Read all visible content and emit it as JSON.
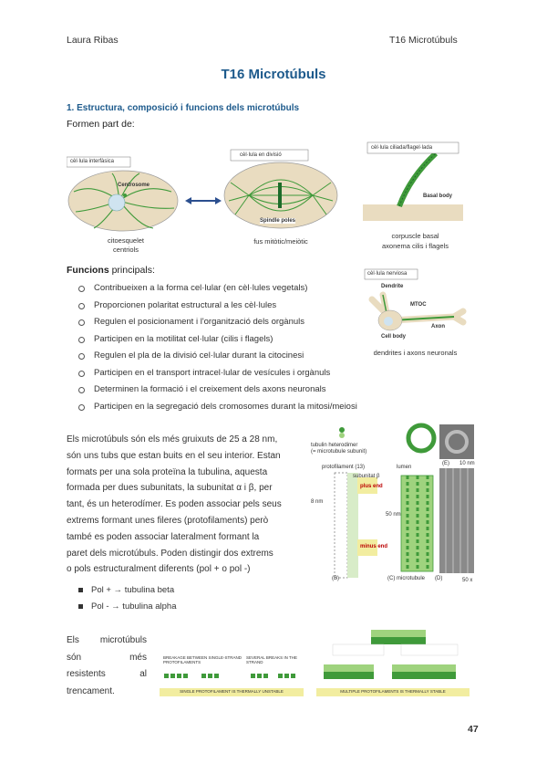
{
  "header": {
    "left": "Laura Ribas",
    "right": "T16 Microtúbuls"
  },
  "title": "T16 Microtúbuls",
  "section1": {
    "heading": "1. Estructura, composició i funcions dels microtúbuls",
    "intro": "Formen part de:"
  },
  "figures": {
    "interphase": {
      "box": "cèl·lula interfàsica",
      "label_centrosome": "Centrosome",
      "caption1": "citoesquelet",
      "caption2": "centriols"
    },
    "dividing": {
      "box": "cèl·lula en divisió",
      "label_spindle": "Spindle poles",
      "caption1": "fus mitòtic/meiòtic"
    },
    "ciliated": {
      "box": "cèl·lula ciliada/flagel·lada",
      "label_basal": "Basal body",
      "caption1": "corpuscle basal",
      "caption2": "axonema cilis i flagels"
    },
    "nerve": {
      "box": "cèl·lula nerviosa",
      "label_dendrite": "Dendrite",
      "label_mtoc": "MTOC",
      "label_axon": "Axon",
      "label_cellbody": "Cell body",
      "caption1": "dendrites i axons neuronals"
    }
  },
  "functions": {
    "title_bold": "Funcions",
    "title_rest": " principals:",
    "items": [
      "Contribueixen a la forma cel·lular (en cèl·lules vegetals)",
      "Proporcionen polaritat estructural a les cèl·lules",
      "Regulen el posicionament i l'organització dels orgànuls",
      "Participen en la motilitat cel·lular (cilis i flagels)",
      "Regulen el pla de la divisió cel·lular durant la citocinesi",
      "Participen en el transport intracel·lular de vesícules i orgànuls",
      "Determinen la formació i el creixement dels axons neuronals",
      "Participen en la segregació dels cromosomes durant la mitosi/meiosi"
    ]
  },
  "paragraph": {
    "lines": [
      "Els microtúbuls són els més gruixuts de 25 a 28 nm,",
      "són uns tubs que estan buits en el seu interior. Estan",
      "formats per una sola proteïna la tubulina, aquesta",
      "formada per dues subunitats, la subunitat α i β, per",
      "tant, és un heterodímer. Es poden associar pels seus",
      "extrems formant unes fileres (protofilaments) però",
      "també es poden associar lateralment formant la",
      "paret dels microtúbuls. Poden distingir dos extrems",
      "o pols estructuralment diferents (pol + o pol -)"
    ],
    "bullets": [
      "Pol + → tubulina beta",
      "Pol - → tubulina alpha"
    ]
  },
  "structure_figure": {
    "label_dimer": "tubulin heterodimer",
    "label_dimer2": "(= microtubule subunit)",
    "label_protofilament": "protofilament (13)",
    "label_subunit": "subunitat β",
    "label_plus": "plus end",
    "label_minus": "minus end",
    "label_lumen": "lumen",
    "label_8nm": "8 nm",
    "label_50nm": "50 nm",
    "label_10nm": "10 nm",
    "label_b": "(B)",
    "label_c": "(C) microtubule",
    "label_d": "(D)",
    "label_e": "(E)",
    "label_50x": "50 x"
  },
  "bottom": {
    "words_line1": [
      "Els",
      "microtúbuls"
    ],
    "words_line2": [
      "són",
      "més"
    ],
    "words_line3": [
      "resistents",
      "al"
    ],
    "line4": "trencament.",
    "fig_label_left": "BREAKAGE BETWEEN SINGLE-STRAND PROTOFILAMENTS",
    "fig_label_right": "SEVERAL BREAKS IN THE STRAND",
    "strip_left": "SINGLE PROTOFILAMENT IS THERMALLY UNSTABLE",
    "strip_right": "MULTIPLE PROTOFILAMENTS IS THERMALLY STABLE"
  },
  "page_number": "47",
  "colors": {
    "accent_blue": "#1d5a8c",
    "green": "#3f9a3a",
    "light_green": "#9fd37e",
    "cell_fill": "#e9dcc0",
    "strip": "#f2eda0"
  }
}
